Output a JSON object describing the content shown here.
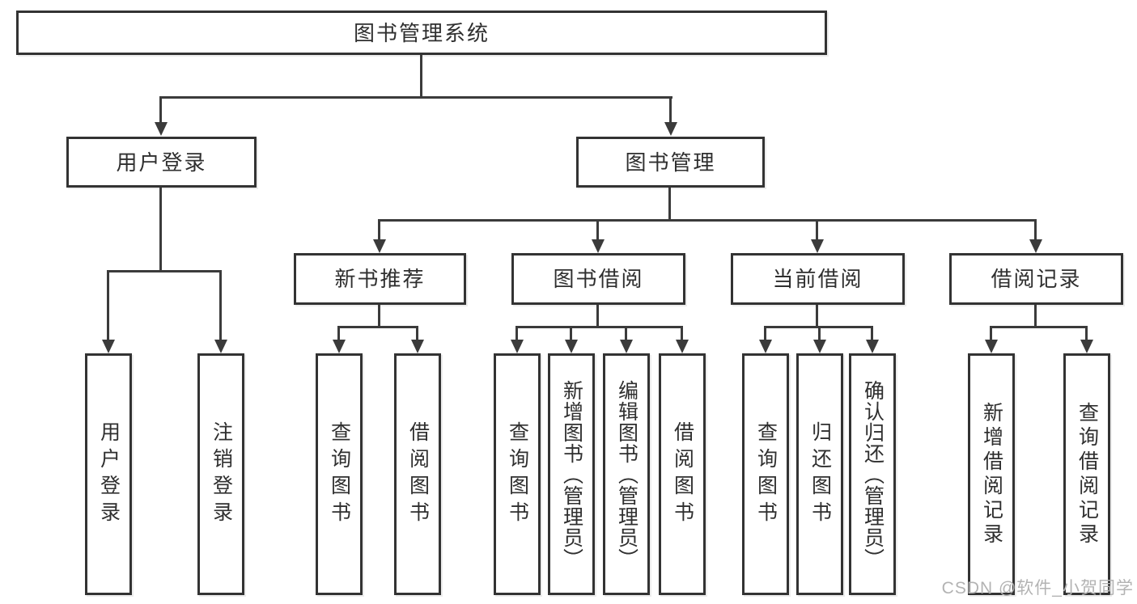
{
  "tree": {
    "label": "图书管理系统",
    "children": [
      {
        "label": "用户登录",
        "children": [
          {
            "label": "用户登录"
          },
          {
            "label": "注销登录"
          }
        ]
      },
      {
        "label": "图书管理",
        "children": [
          {
            "label": "新书推荐",
            "children": [
              {
                "label": "查询图书"
              },
              {
                "label": "借阅图书"
              }
            ]
          },
          {
            "label": "图书借阅",
            "children": [
              {
                "label": "查询图书"
              },
              {
                "label": "新增图书（管理员）"
              },
              {
                "label": "编辑图书（管理员）"
              },
              {
                "label": "借阅图书"
              }
            ]
          },
          {
            "label": "当前借阅",
            "children": [
              {
                "label": "查询图书"
              },
              {
                "label": "归还图书"
              },
              {
                "label": "确认归还（管理员）"
              }
            ]
          },
          {
            "label": "借阅记录",
            "children": [
              {
                "label": "新增借阅记录"
              },
              {
                "label": "查询借阅记录"
              }
            ]
          }
        ]
      }
    ]
  },
  "watermark": {
    "text": "CSDN @软件_小贺同学"
  },
  "colors": {
    "line": "#3b3b3b",
    "box_border": "#333333",
    "text": "#2f2f2f",
    "watermark": "#b3b3b3",
    "background": "#ffffff"
  }
}
